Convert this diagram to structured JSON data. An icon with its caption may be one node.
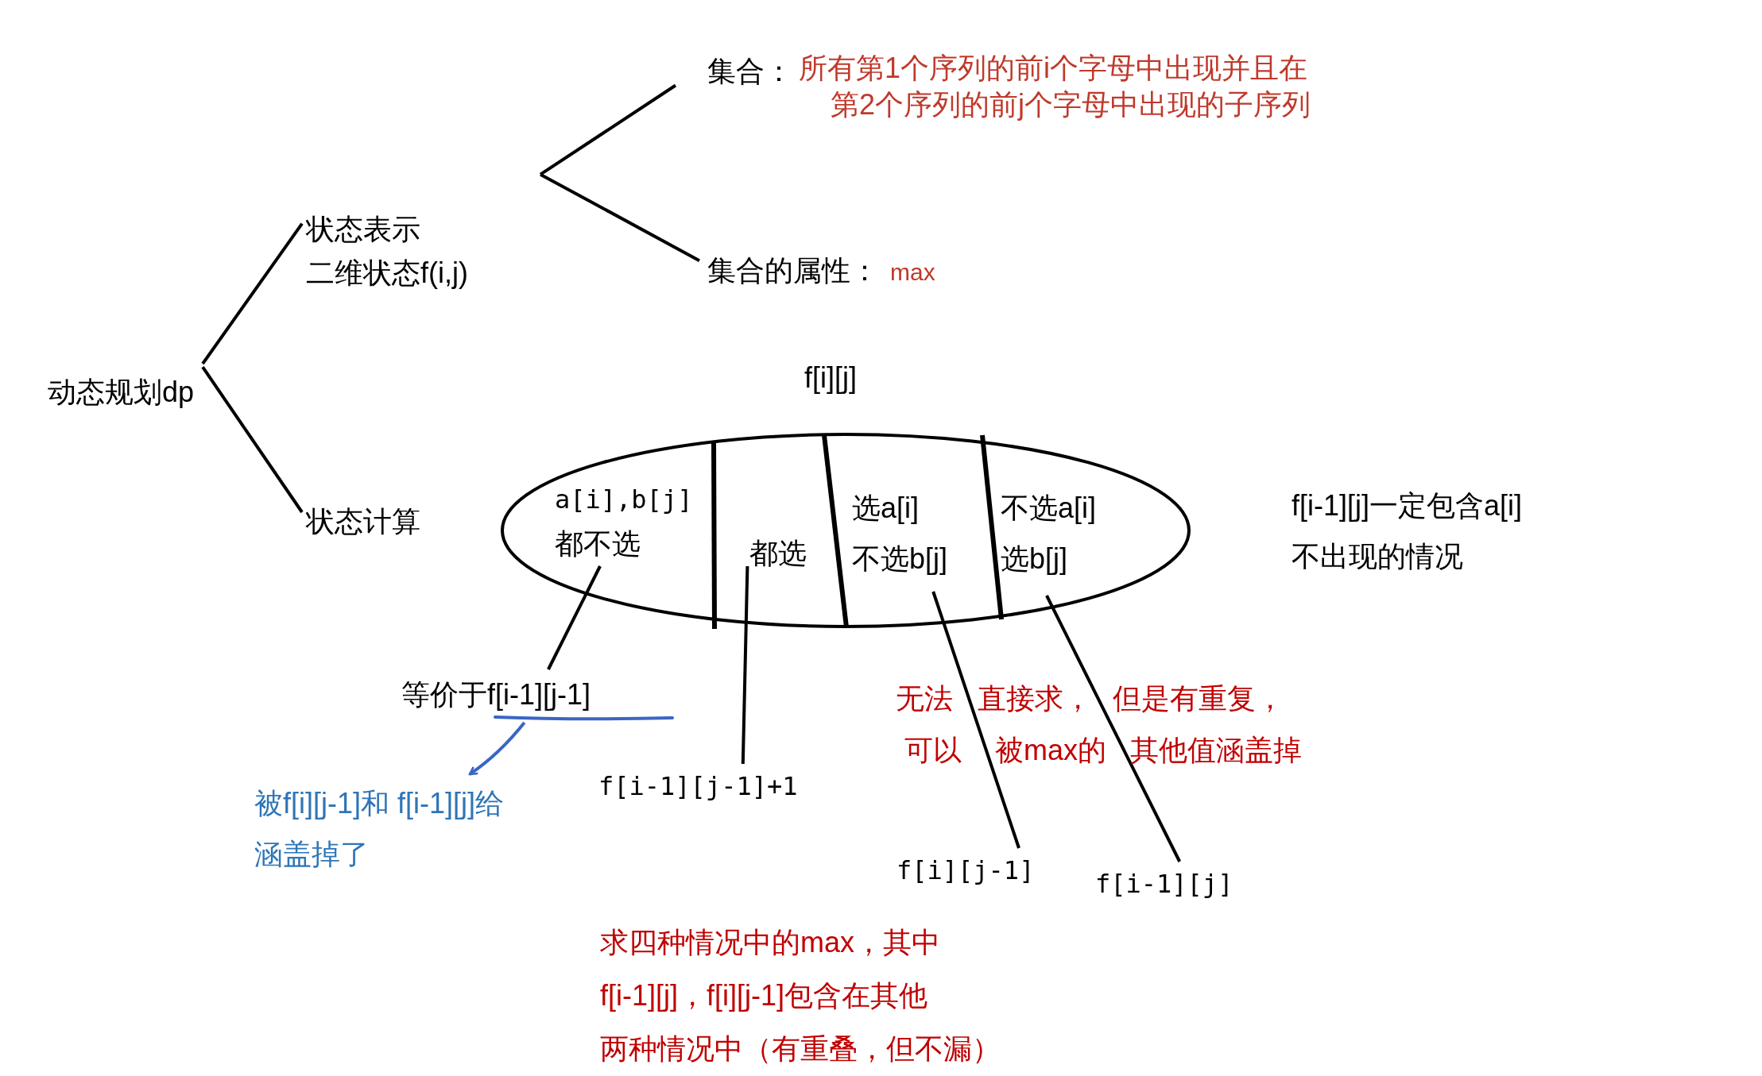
{
  "diagram": {
    "nodes": [
      {
        "text": [
          "动态规划dp"
        ]
      },
      {
        "text": [
          "状态表示",
          "二维状态f(i,j)"
        ]
      },
      {
        "text": [
          "状态计算"
        ]
      },
      {
        "text": [
          "集合：",
          "所有第1个序列的前i个字母中出现并且在第2个序列的前j个字母中出现的子序列"
        ]
      },
      {
        "text": [
          "集合的属性：",
          "max"
        ]
      },
      {
        "text": [
          "f[i][j]"
        ]
      },
      {
        "text": [
          "a[i],b[j]",
          "都不选"
        ],
        "in": 5
      },
      {
        "text": [
          "都选"
        ],
        "in": 5
      },
      {
        "text": [
          "选a[i]",
          "不选b[j]"
        ],
        "in": 5
      },
      {
        "text": [
          "不选a[i]",
          "选b[j]"
        ],
        "in": 5
      },
      {
        "text": [
          "等价于f[i-1][j-1]"
        ]
      },
      {
        "text": [
          "被f[i][j-1]和 f[i-1][j]给涵盖掉了"
        ]
      },
      {
        "text": [
          "f[i-1][j-1]+1"
        ]
      },
      {
        "text": [
          "f[i][j-1]"
        ]
      },
      {
        "text": [
          "f[i-1][j]"
        ]
      }
    ],
    "edges": [
      {
        "from": 0,
        "to": 1,
        "arrow": "none"
      },
      {
        "from": 0,
        "to": 2,
        "arrow": "none"
      },
      {
        "from": 1,
        "to": 3,
        "arrow": "none"
      },
      {
        "from": 1,
        "to": 4,
        "arrow": "none"
      },
      {
        "from": 6,
        "to": 10,
        "arrow": "none"
      },
      {
        "from": 10,
        "to": 11,
        "arrow": "to",
        "color": "#3a66c4"
      },
      {
        "from": 7,
        "to": 12,
        "arrow": "none"
      },
      {
        "from": 8,
        "to": 13,
        "arrow": "none"
      },
      {
        "from": 9,
        "to": 14,
        "arrow": "none"
      }
    ],
    "labels": [
      "f[i-1][j]一定包含a[i]不出现的情况",
      "无法",
      "直接求",
      "，",
      "但是有重复，",
      "可以",
      "被max的",
      "其他值涵盖掉",
      "求四种情况中的max，其中",
      "f[i-1][j]，f[i][j-1]包含在其他",
      "两种情况中（有重叠，但不漏）"
    ]
  }
}
